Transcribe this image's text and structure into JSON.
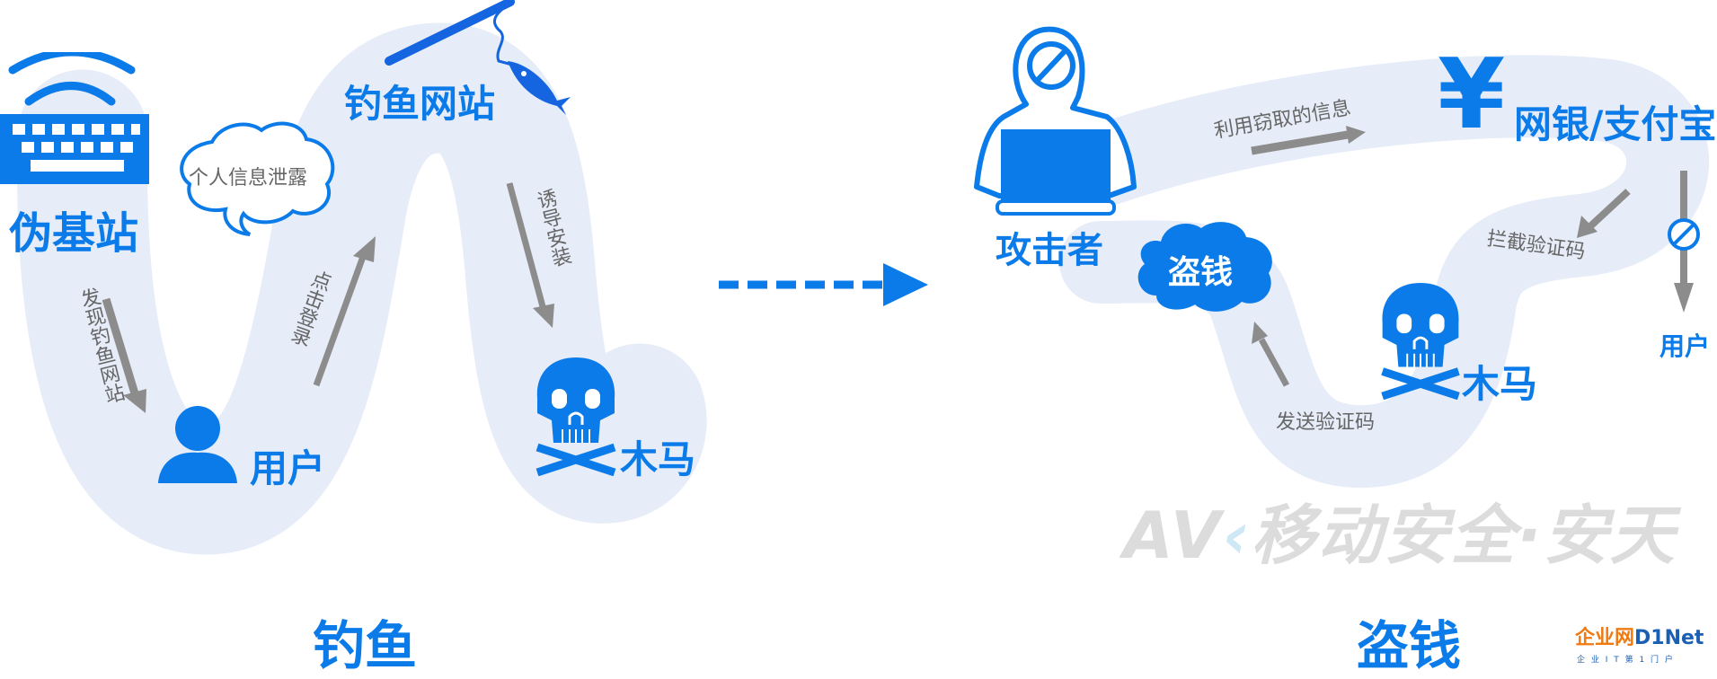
{
  "colors": {
    "accent": "#0a7be8",
    "band": "#e6ecf8",
    "arrow": "#8c8c8c",
    "watermark": "#dcdcdc"
  },
  "phishing": {
    "title": "钓鱼",
    "fake_base_station": "伪基站",
    "phishing_site": "钓鱼网站",
    "info_leak": "个人信息泄露",
    "discover_site": "发现钓鱼网站",
    "click_login": "点击登录",
    "induce_install": "诱导安装",
    "user": "用户",
    "trojan": "木马"
  },
  "steal": {
    "title": "盗钱",
    "attacker": "攻击者",
    "use_stolen_info": "利用窃取的信息",
    "yen": "¥",
    "bank": "网银/支付宝",
    "intercept_code": "拦截验证码",
    "user": "用户",
    "steal_money": "盗钱",
    "trojan": "木马",
    "send_code": "发送验证码"
  },
  "watermark": {
    "brand": "AV",
    "text": "移动安全·安天"
  },
  "logo": {
    "cn": "企业网",
    "en": "D1Net",
    "tagline": "企 业 I T 第 1 门 户"
  }
}
